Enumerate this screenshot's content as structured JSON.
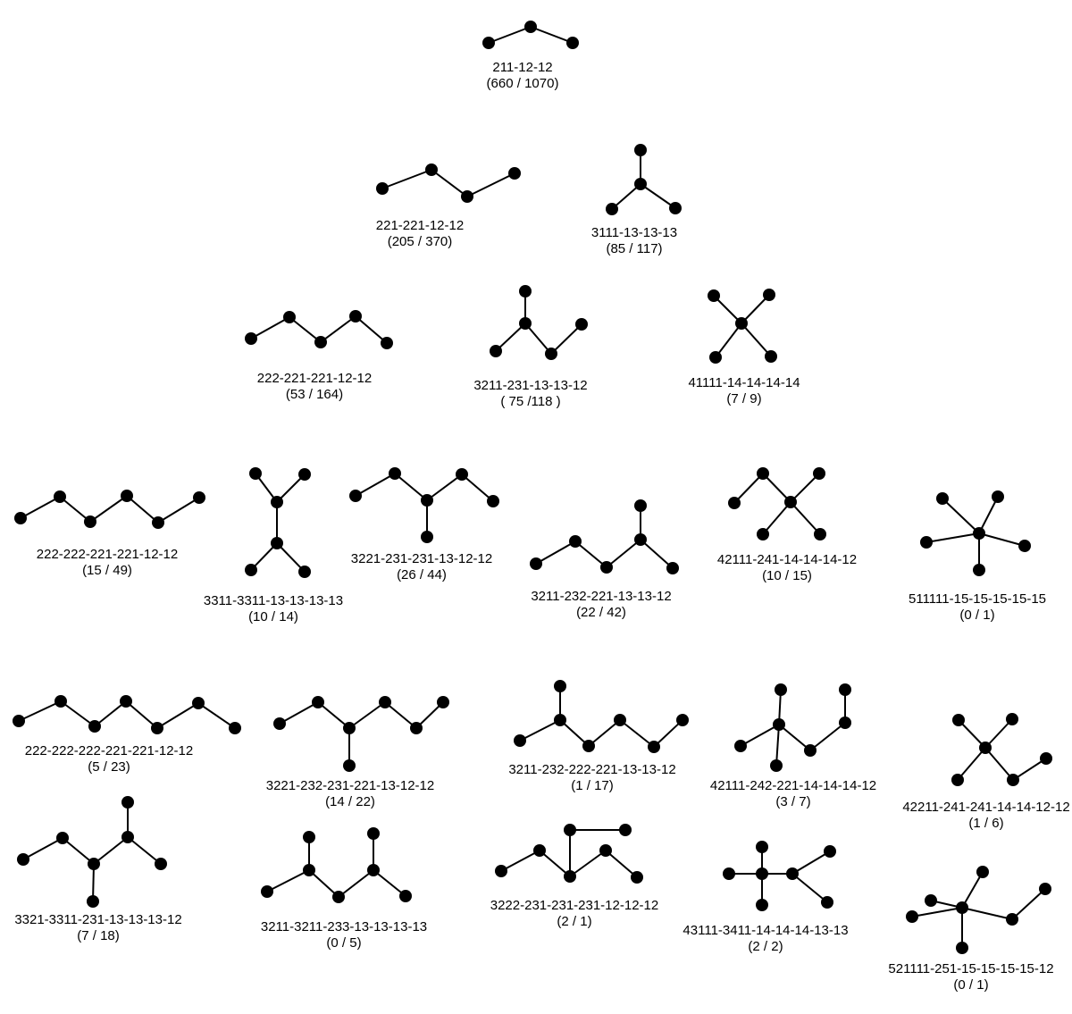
{
  "trees": [
    {
      "id": "t1",
      "name": "211-12-12",
      "counts": "(660 / 1070)"
    },
    {
      "id": "t2",
      "name": "221-221-12-12",
      "counts": "(205 / 370)"
    },
    {
      "id": "t3",
      "name": "3111-13-13-13",
      "counts": "(85 / 117)"
    },
    {
      "id": "t4",
      "name": "222-221-221-12-12",
      "counts": "(53 / 164)"
    },
    {
      "id": "t5",
      "name": "3211-231-13-13-12",
      "counts": "( 75 /118 )"
    },
    {
      "id": "t6",
      "name": "41111-14-14-14-14",
      "counts": "(7 / 9)"
    },
    {
      "id": "t7",
      "name": "222-222-221-221-12-12",
      "counts": "(15 / 49)"
    },
    {
      "id": "t8",
      "name": "3311-3311-13-13-13-13",
      "counts": "(10 / 14)"
    },
    {
      "id": "t9",
      "name": "3221-231-231-13-12-12",
      "counts": "(26 / 44)"
    },
    {
      "id": "t10",
      "name": "3211-232-221-13-13-12",
      "counts": "(22 / 42)"
    },
    {
      "id": "t11",
      "name": "42111-241-14-14-14-12",
      "counts": "(10 / 15)"
    },
    {
      "id": "t12",
      "name": "511111-15-15-15-15-15",
      "counts": "(0 / 1)"
    },
    {
      "id": "t13",
      "name": "222-222-222-221-221-12-12",
      "counts": "(5 / 23)"
    },
    {
      "id": "t14",
      "name": "3221-232-231-221-13-12-12",
      "counts": "(14 / 22)"
    },
    {
      "id": "t15",
      "name": "3211-232-222-221-13-13-12",
      "counts": "(1 / 17)"
    },
    {
      "id": "t16",
      "name": "42111-242-221-14-14-14-12",
      "counts": "(3 / 7)"
    },
    {
      "id": "t17",
      "name": "42211-241-241-14-14-12-12",
      "counts": "(1 / 6)"
    },
    {
      "id": "t18",
      "name": "3321-3311-231-13-13-13-12",
      "counts": "(7 / 18)"
    },
    {
      "id": "t19",
      "name": "3211-3211-233-13-13-13-13",
      "counts": "(0 / 5)"
    },
    {
      "id": "t20",
      "name": "3222-231-231-231-12-12-12",
      "counts": "(2 / 1)"
    },
    {
      "id": "t21",
      "name": "43111-3411-14-14-14-13-13",
      "counts": "(2 / 2)"
    },
    {
      "id": "t22",
      "name": "521111-251-15-15-15-15-12",
      "counts": "(0 / 1)"
    }
  ]
}
